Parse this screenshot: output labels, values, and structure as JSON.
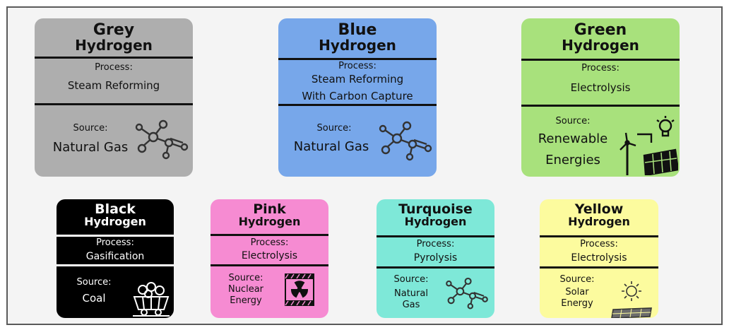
{
  "cards": [
    {
      "color_name": "Grey",
      "word": "Hydrogen",
      "process_label": "Process:",
      "process_lines": [
        "Steam Reforming"
      ],
      "source_label": "Source:",
      "source_lines": [
        "Natural Gas"
      ],
      "icon": "molecule-icon",
      "bg": "#aeaeae"
    },
    {
      "color_name": "Blue",
      "word": "Hydrogen",
      "process_label": "Process:",
      "process_lines": [
        "Steam Reforming",
        "With Carbon Capture"
      ],
      "source_label": "Source:",
      "source_lines": [
        "Natural Gas"
      ],
      "icon": "molecule-icon",
      "bg": "#77a7ea"
    },
    {
      "color_name": "Green",
      "word": "Hydrogen",
      "process_label": "Process:",
      "process_lines": [
        "Electrolysis"
      ],
      "source_label": "Source:",
      "source_lines": [
        "Renewable",
        "Energies"
      ],
      "icon": "renewable-energy-icon",
      "bg": "#a8e17c"
    },
    {
      "color_name": "Black",
      "word": "Hydrogen",
      "process_label": "Process:",
      "process_lines": [
        "Gasification"
      ],
      "source_label": "Source:",
      "source_lines": [
        "Coal"
      ],
      "icon": "coal-cart-icon",
      "bg": "#000000"
    },
    {
      "color_name": "Pink",
      "word": "Hydrogen",
      "process_label": "Process:",
      "process_lines": [
        "Electrolysis"
      ],
      "source_label": "Source:",
      "source_lines": [
        "Nuclear",
        "Energy"
      ],
      "icon": "radiation-icon",
      "bg": "#f68bd2"
    },
    {
      "color_name": "Turquoise",
      "word": "Hydrogen",
      "process_label": "Process:",
      "process_lines": [
        "Pyrolysis"
      ],
      "source_label": "Source:",
      "source_lines": [
        "Natural",
        "Gas"
      ],
      "icon": "molecule-icon",
      "bg": "#7ee8d8"
    },
    {
      "color_name": "Yellow",
      "word": "Hydrogen",
      "process_label": "Process:",
      "process_lines": [
        "Electrolysis"
      ],
      "source_label": "Source:",
      "source_lines": [
        "Solar",
        "Energy"
      ],
      "icon": "solar-icon",
      "bg": "#fcfb9e"
    }
  ]
}
